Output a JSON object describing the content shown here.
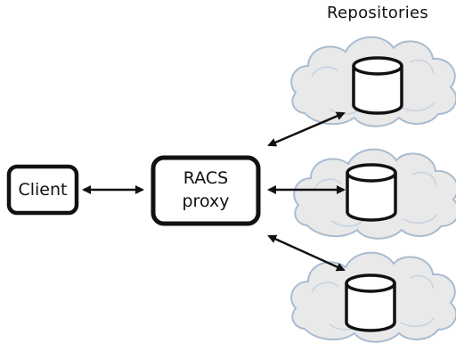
{
  "labels": {
    "repositories": "Repositories",
    "client": "Client",
    "proxy_line1": "RACS",
    "proxy_line2": "proxy"
  },
  "nodes": [
    {
      "id": "client",
      "label": "Client"
    },
    {
      "id": "proxy",
      "label": "RACS proxy"
    },
    {
      "id": "repo-1",
      "shape": "cloud-with-cylinder"
    },
    {
      "id": "repo-2",
      "shape": "cloud-with-cylinder"
    },
    {
      "id": "repo-3",
      "shape": "cloud-with-cylinder"
    }
  ],
  "edges": [
    {
      "from": "client",
      "to": "proxy",
      "direction": "bidirectional"
    },
    {
      "from": "proxy",
      "to": "repo-1",
      "direction": "bidirectional"
    },
    {
      "from": "proxy",
      "to": "repo-2",
      "direction": "bidirectional"
    },
    {
      "from": "proxy",
      "to": "repo-3",
      "direction": "bidirectional"
    }
  ],
  "colors": {
    "stroke": "#111111",
    "cloud_fill": "#e9e9e9",
    "cloud_outline": "#a9bcd0"
  }
}
